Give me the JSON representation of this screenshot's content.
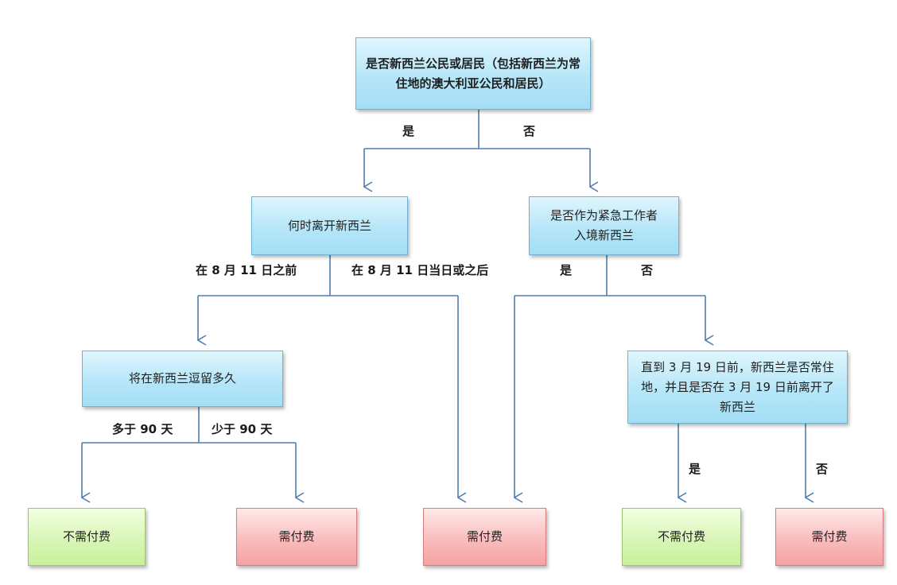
{
  "nodes": {
    "root": "是否新西兰公民或居民（包括新西兰为常住地的澳大利亚公民和居民）",
    "when_left": "何时离开新西兰",
    "emergency_worker": "是否作为紧急工作者入境新西兰",
    "stay_duration": "将在新西兰逗留多久",
    "residence_check": "直到 3 月 19 日前，新西兰是否常住地，并且是否在 3 月 19 日前离开了新西兰",
    "result_1": "不需付费",
    "result_2": "需付费",
    "result_3": "需付费",
    "result_4": "不需付费",
    "result_5": "需付费"
  },
  "edge_labels": {
    "root_yes": "是",
    "root_no": "否",
    "before_aug11": "在 8 月 11 日之前",
    "on_after_aug11": "在 8 月 11 日当日或之后",
    "emergency_yes": "是",
    "emergency_no": "否",
    "more_than_90": "多于 90 天",
    "less_than_90": "少于 90 天",
    "residence_yes": "是",
    "residence_no": "否"
  },
  "colors": {
    "question_fill": "#b6e6f8",
    "free_fill": "#d6f5b3",
    "pay_fill": "#f9b9b9",
    "connector": "#4f7fae"
  }
}
